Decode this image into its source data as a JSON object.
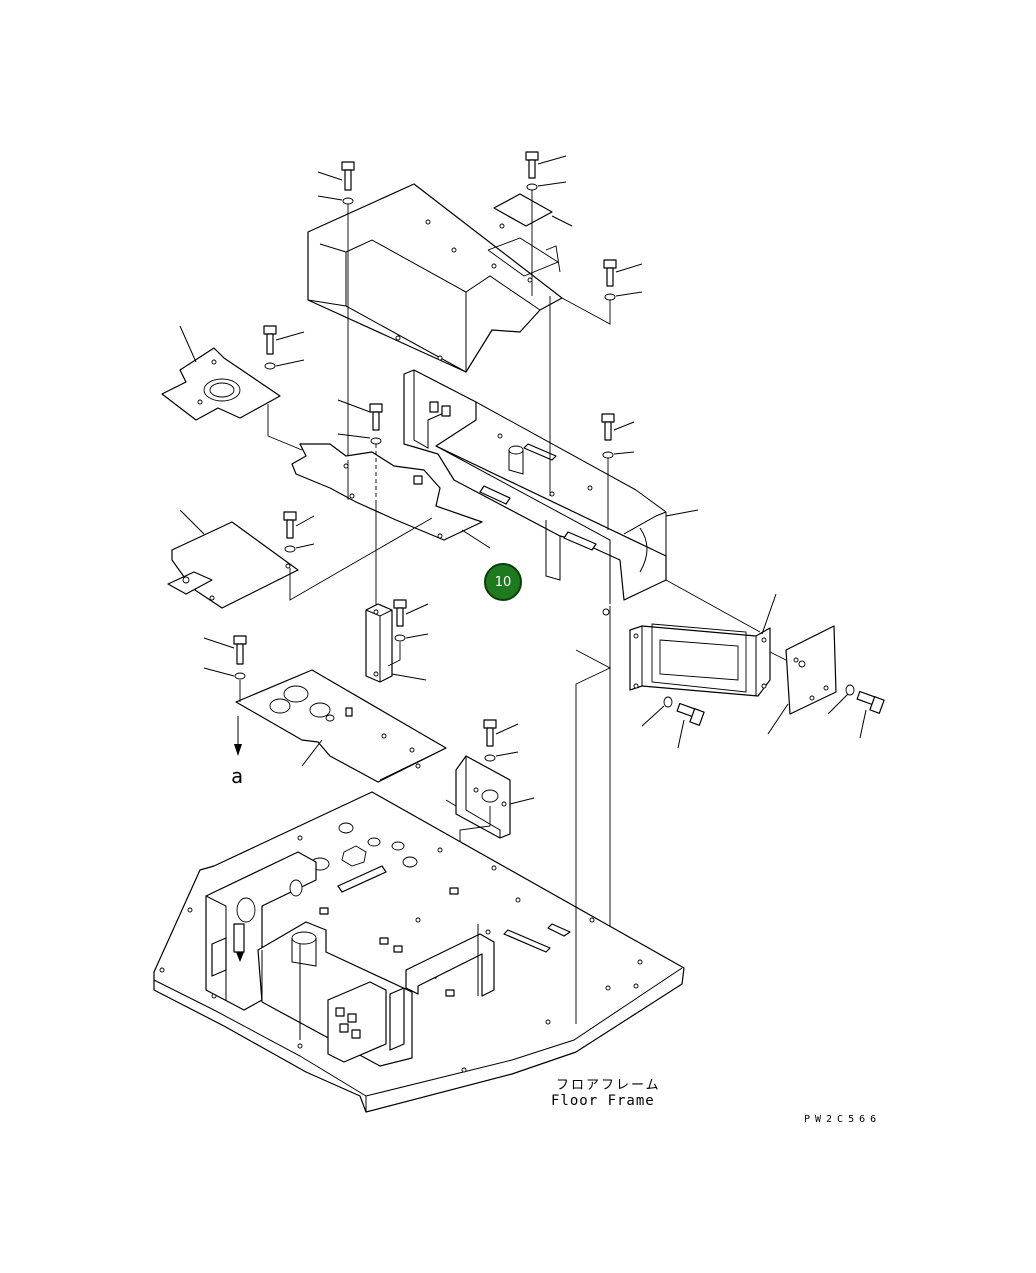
{
  "labels": {
    "floor_frame_jp": "フロアフレーム",
    "floor_frame_en": "Floor Frame",
    "drawing_code": "PW2C566",
    "reference_a": "a"
  },
  "callouts": [
    {
      "number": "10",
      "color": "#1f7a1f"
    }
  ]
}
